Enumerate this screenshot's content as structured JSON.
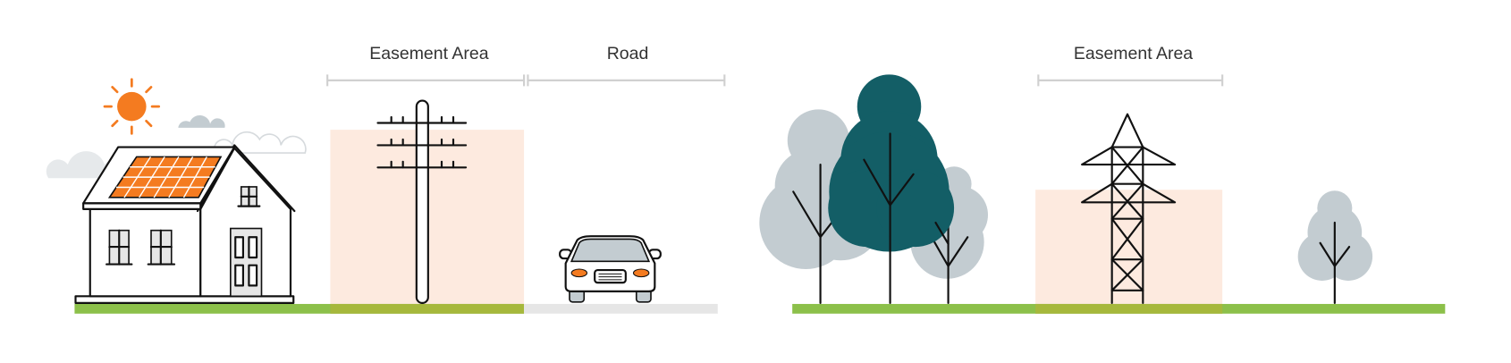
{
  "labels": {
    "easement_left": "Easement Area",
    "road": "Road",
    "easement_right": "Easement Area"
  },
  "colors": {
    "easement_fill": "#fdeadf",
    "grass": "#8cc04a",
    "road": "#e6e6e6",
    "accent_orange": "#f47b20",
    "tree_dark": "#135e66",
    "tree_grey": "#c3ccd1",
    "bracket": "#d0d0d0"
  }
}
